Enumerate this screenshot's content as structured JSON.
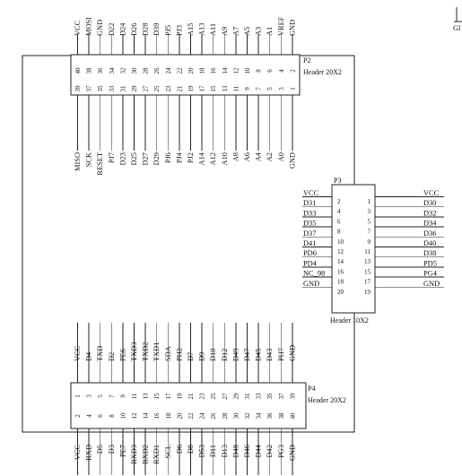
{
  "board_outline": {},
  "corner_label": "GI",
  "p2": {
    "ref": "P2",
    "type": "Header 20X2",
    "top_nets": [
      "VCC",
      "MOSI",
      "GND",
      "D22",
      "D24",
      "D26",
      "D28",
      "D39",
      "PJ5",
      "PJ3",
      "A15",
      "A13",
      "A11",
      "A9",
      "A7",
      "A5",
      "A3",
      "A1",
      "VREF",
      "GND"
    ],
    "top_pins": [
      "40",
      "38",
      "36",
      "34",
      "32",
      "30",
      "28",
      "26",
      "24",
      "22",
      "20",
      "18",
      "16",
      "14",
      "12",
      "10",
      "8",
      "6",
      "4",
      "2"
    ],
    "bottom_pins": [
      "39",
      "37",
      "35",
      "33",
      "31",
      "29",
      "27",
      "25",
      "23",
      "21",
      "19",
      "17",
      "15",
      "13",
      "11",
      "9",
      "7",
      "5",
      "3",
      "1"
    ],
    "bottom_nets": [
      "MISO",
      "SCK",
      "RESET",
      "PJ7",
      "D23",
      "D25",
      "D27",
      "D29",
      "PJ6",
      "PJ4",
      "PJ2",
      "A14",
      "A12",
      "A10",
      "A8",
      "A6",
      "A4",
      "A2",
      "A0",
      "GND"
    ]
  },
  "p3": {
    "ref": "P3",
    "type": "Header 10X2",
    "left_nets": [
      "VCC",
      "D31",
      "D33",
      "D35",
      "D37",
      "D41",
      "PD6",
      "PD4",
      "NC_98",
      "GND"
    ],
    "left_pins": [
      "2",
      "4",
      "6",
      "8",
      "10",
      "12",
      "14",
      "16",
      "18",
      "20"
    ],
    "right_pins": [
      "1",
      "3",
      "5",
      "7",
      "9",
      "11",
      "13",
      "15",
      "17",
      "19"
    ],
    "right_nets": [
      "VCC",
      "D30",
      "D32",
      "D34",
      "D36",
      "D40",
      "D38",
      "PD5",
      "PG4",
      "GND"
    ]
  },
  "p4": {
    "ref": "P4",
    "type": "Header 20X2",
    "top_nets": [
      "VCC",
      "D4",
      "TXD",
      "D2",
      "PE6",
      "TXD3",
      "TXD2",
      "TXD1",
      "SDA",
      "PH2",
      "D7",
      "D9",
      "D10",
      "D12",
      "D49",
      "D47",
      "D45",
      "D43",
      "PH7",
      "GND"
    ],
    "top_pins": [
      "1",
      "3",
      "5",
      "7",
      "9",
      "11",
      "13",
      "15",
      "17",
      "19",
      "21",
      "23",
      "25",
      "27",
      "29",
      "31",
      "33",
      "35",
      "37",
      "39"
    ],
    "bottom_pins": [
      "2",
      "4",
      "6",
      "8",
      "10",
      "12",
      "14",
      "16",
      "18",
      "20",
      "22",
      "24",
      "26",
      "28",
      "30",
      "32",
      "34",
      "36",
      "38",
      "40"
    ],
    "bottom_nets": [
      "VCC",
      "RXD",
      "D5",
      "D3",
      "PE7",
      "RXD3",
      "RXD2",
      "RXD1",
      "SCL",
      "D6",
      "D8",
      "D53",
      "D11",
      "D13",
      "D48",
      "D46",
      "D44",
      "D42",
      "PG3",
      "GND"
    ]
  }
}
